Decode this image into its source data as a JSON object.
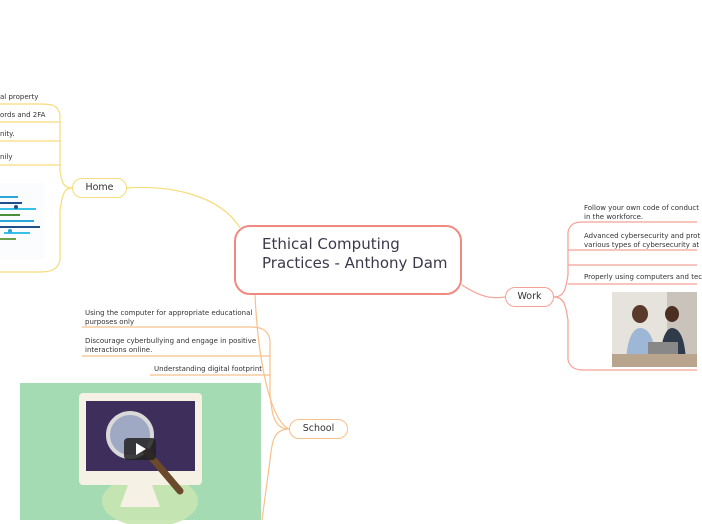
{
  "central_topic": "Ethical Computing Practices - Anthony Dam",
  "colors": {
    "central": "#f08a7e",
    "home": "#f6dc7a",
    "work": "#f4a196",
    "school": "#f8c08a"
  },
  "home": {
    "label": "Home",
    "items": [
      "al property",
      "ords and 2FA",
      "nity.",
      "nily"
    ]
  },
  "work": {
    "label": "Work",
    "items": [
      "Follow your own code of conduct",
      "in the workforce.",
      "Advanced cybersecurity and prot",
      "various types of cybersecurity at",
      "Properly using computers and tec"
    ]
  },
  "school": {
    "label": "School",
    "items": [
      "Using the computer for appropriate educational",
      "purposes only",
      "Discourage cyberbullying and engage in positive",
      "interactions online.",
      "Understanding digital footprint"
    ]
  }
}
